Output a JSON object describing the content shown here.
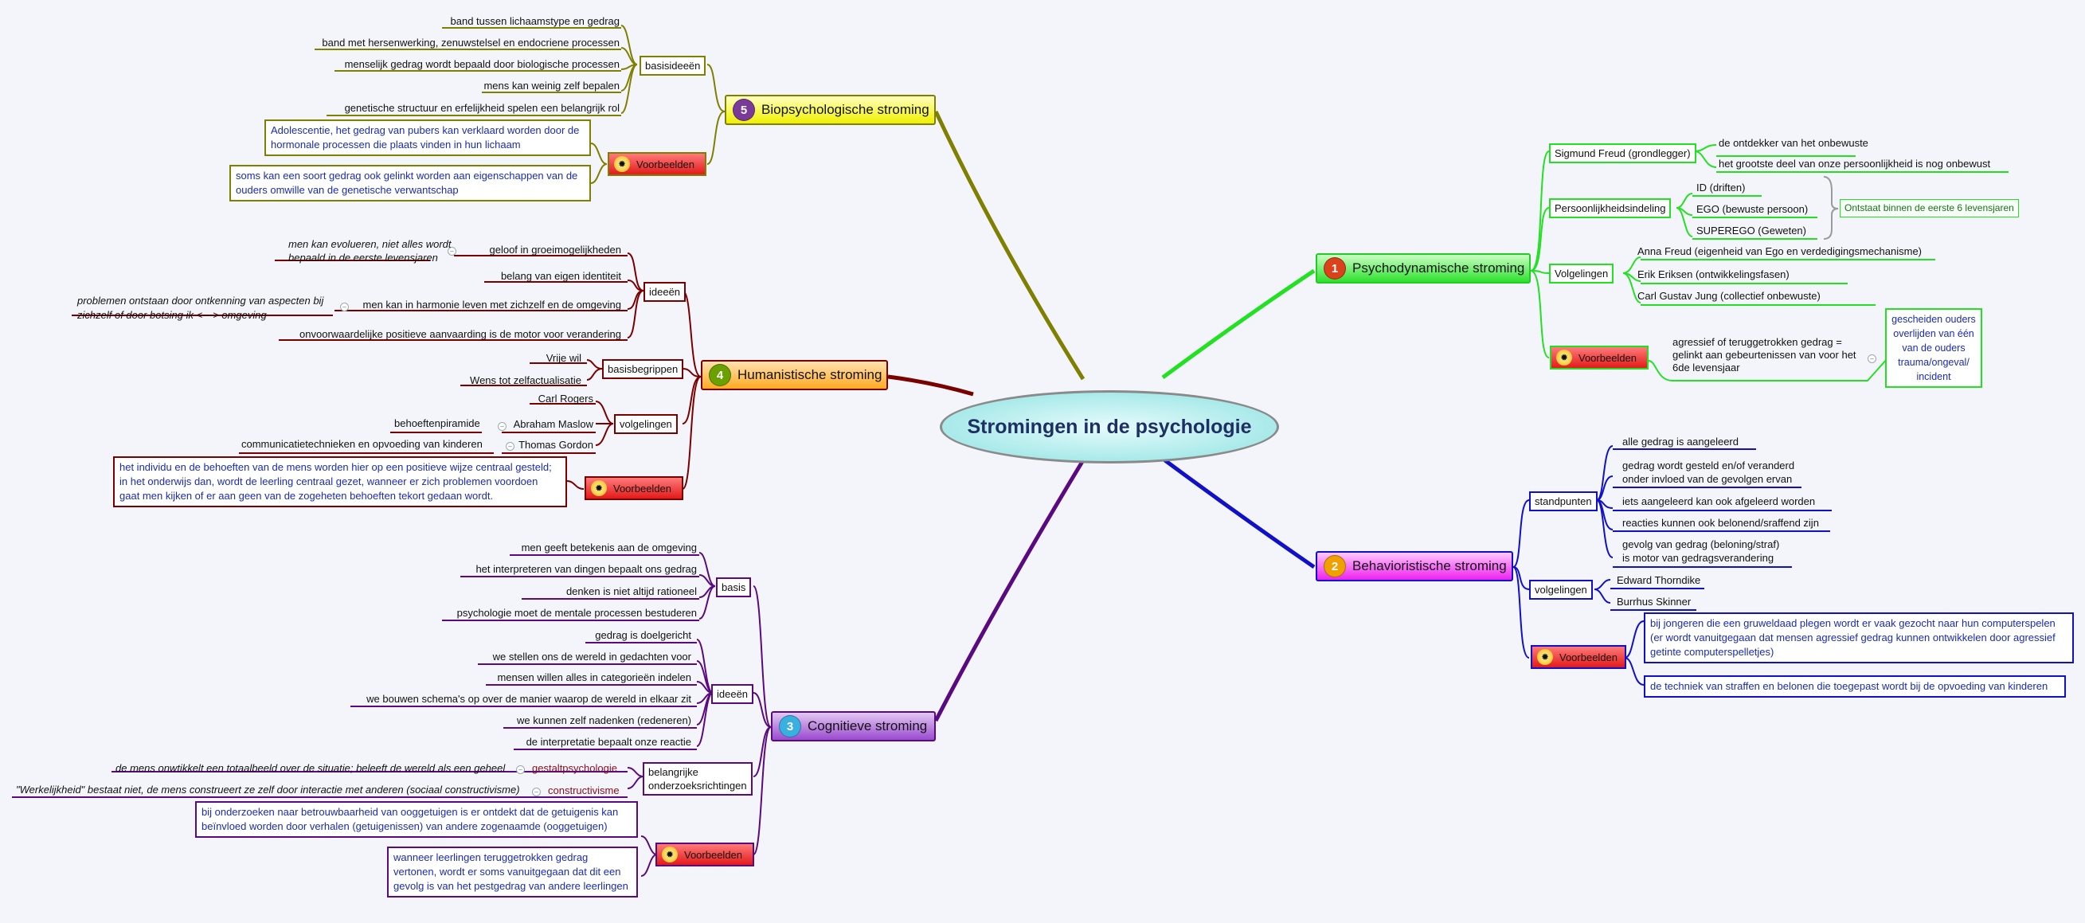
{
  "center": "Stromingen in de psychologie",
  "psycho": {
    "title": "Psychodynamische stroming",
    "number": "1",
    "freud": "Sigmund Freud (grondlegger)",
    "freud_a": "de ontdekker van het onbewuste",
    "freud_b": "het grootste deel van onze persoonlijkheid is nog onbewust",
    "pers": "Persoonlijkheidsindeling",
    "id": "ID (driften)",
    "ego": "EGO (bewuste persoon)",
    "superego": "SUPEREGO (Geweten)",
    "pers_note": "Ontstaat binnen de eerste 6 levensjaren",
    "volg": "Volgelingen",
    "anna": "Anna Freud (eigenheid van Ego en verdedigingsmechanisme)",
    "erik": "Erik Eriksen (ontwikkelingsfasen)",
    "jung": "Carl Gustav Jung (collectief onbewuste)",
    "voorbeelden": "Voorbeelden",
    "vb_text": "agressief of teruggetrokken gedrag = gelinkt aan gebeurtenissen van voor het 6de levensjaar",
    "vb_note": "gescheiden ouders overlijden van één van de ouders trauma/ongeval/ incident"
  },
  "behav": {
    "title": "Behavioristische stroming",
    "number": "2",
    "stand": "standpunten",
    "s1": "alle gedrag is aangeleerd",
    "s2a": "gedrag wordt gesteld en/of veranderd",
    "s2b": "onder invloed van de gevolgen ervan",
    "s3": "iets aangeleerd kan ook afgeleerd worden",
    "s4": "reacties kunnen ook belonend/sraffend zijn",
    "s5a": "gevolg van gedrag (beloning/straf)",
    "s5b": "is motor van gedragsverandering",
    "volg": "volgelingen",
    "thorndike": "Edward Thorndike",
    "skinner": "Burrhus Skinner",
    "voorbeelden": "Voorbeelden",
    "vb1": "bij jongeren die een gruweldaad plegen wordt er vaak gezocht naar hun computerspelen (er wordt vanuitgegaan dat mensen agressief gedrag kunnen ontwikkelen door agressief getinte computerspelletjes)",
    "vb2": "de techniek van straffen en belonen die toegepast wordt bij de opvoeding van kinderen"
  },
  "bio": {
    "title": "Biopsychologische stroming",
    "number": "5",
    "basis": "basisideeën",
    "b1": "band tussen lichaamstype en gedrag",
    "b2": "band met hersenwerking, zenuwstelsel en endocriene processen",
    "b3": "menselijk gedrag wordt bepaald door biologische processen",
    "b4": "mens kan weinig zelf bepalen",
    "b5": "genetische structuur en erfelijkheid spelen een belangrijk rol",
    "voorbeelden": "Voorbeelden",
    "vb1": "Adolescentie, het gedrag van pubers kan verklaard worden door de hormonale processen die plaats vinden in hun lichaam",
    "vb2": "soms kan een soort gedrag ook gelinkt worden aan eigenschappen van de ouders omwille van de genetische verwantschap"
  },
  "human": {
    "title": "Humanistische stroming",
    "number": "4",
    "ideeen": "ideeën",
    "i1": "geloof in groeimogelijkheden",
    "i1_note_a": "men kan evolueren, niet alles wordt",
    "i1_note_b": "bepaald in de eerste levensjaren",
    "i2": "belang van eigen identiteit",
    "i3": "men kan in harmonie leven met zichzelf en de omgeving",
    "i3_note_a": "problemen ontstaan door ontkenning van aspecten bij",
    "i3_note_b": "zichzelf of door botsing ik <---> omgeving",
    "i4": "onvoorwaardelijke positieve aanvaarding is de motor voor verandering",
    "basisbegrippen": "basisbegrippen",
    "bb1": "Vrije wil",
    "bb2": "Wens tot zelfactualisatie",
    "volg": "volgelingen",
    "rogers": "Carl Rogers",
    "maslow": "Abraham Maslow",
    "maslow_note": "behoeftenpiramide",
    "gordon": "Thomas Gordon",
    "gordon_note": "communicatietechnieken en opvoeding van kinderen",
    "voorbeelden": "Voorbeelden",
    "vb": "het individu en de behoeften van de mens worden hier op een positieve wijze centraal gesteld; in het onderwijs dan, wordt de leerling centraal gezet, wanneer er zich problemen voordoen gaat men kijken of er aan geen van de zogeheten behoeften tekort gedaan wordt."
  },
  "cogn": {
    "title": "Cognitieve stroming",
    "number": "3",
    "basis": "basis",
    "b1": "men geeft betekenis aan de omgeving",
    "b2": "het interpreteren van dingen bepaalt ons gedrag",
    "b3": "denken is niet altijd rationeel",
    "b4": "psychologie moet de mentale processen bestuderen",
    "ideeen": "ideeën",
    "i1": "gedrag is doelgericht",
    "i2": "we stellen ons de wereld in gedachten voor",
    "i3": "mensen willen alles in categorieën indelen",
    "i4": "we bouwen schema's op over de manier waarop de wereld in elkaar zit",
    "i5": "we kunnen zelf nadenken (redeneren)",
    "i6": "de interpretatie bepaalt onze reactie",
    "onderz_a": "belangrijke",
    "onderz_b": "onderzoeksrichtingen",
    "gestalt": "gestaltpsychologie",
    "gestalt_note": "de mens onwtikkelt een totaalbeeld over de situatie; beleeft de wereld als een geheel",
    "constr": "constructivisme",
    "constr_note": "\"Werkelijkheid\" bestaat niet, de mens construeert ze zelf door interactie met anderen (sociaal constructivisme)",
    "voorbeelden": "Voorbeelden",
    "vb1": "bij onderzoeken naar betrouwbaarheid van ooggetuigen is er ontdekt dat de getuigenis kan beïnvloed worden door verhalen (getuigenissen) van andere zogenaamde (ooggetuigen)",
    "vb2": "wanneer leerlingen teruggetrokken gedrag vertonen, wordt er soms vanuitgegaan dat dit een gevolg is van het pestgedrag van andere leerlingen"
  },
  "colors": {
    "psycho": "#22e022",
    "behav": "#1010c8",
    "bio": "#7f7f00",
    "human": "#7a0000",
    "cogn": "#5a0a80"
  }
}
